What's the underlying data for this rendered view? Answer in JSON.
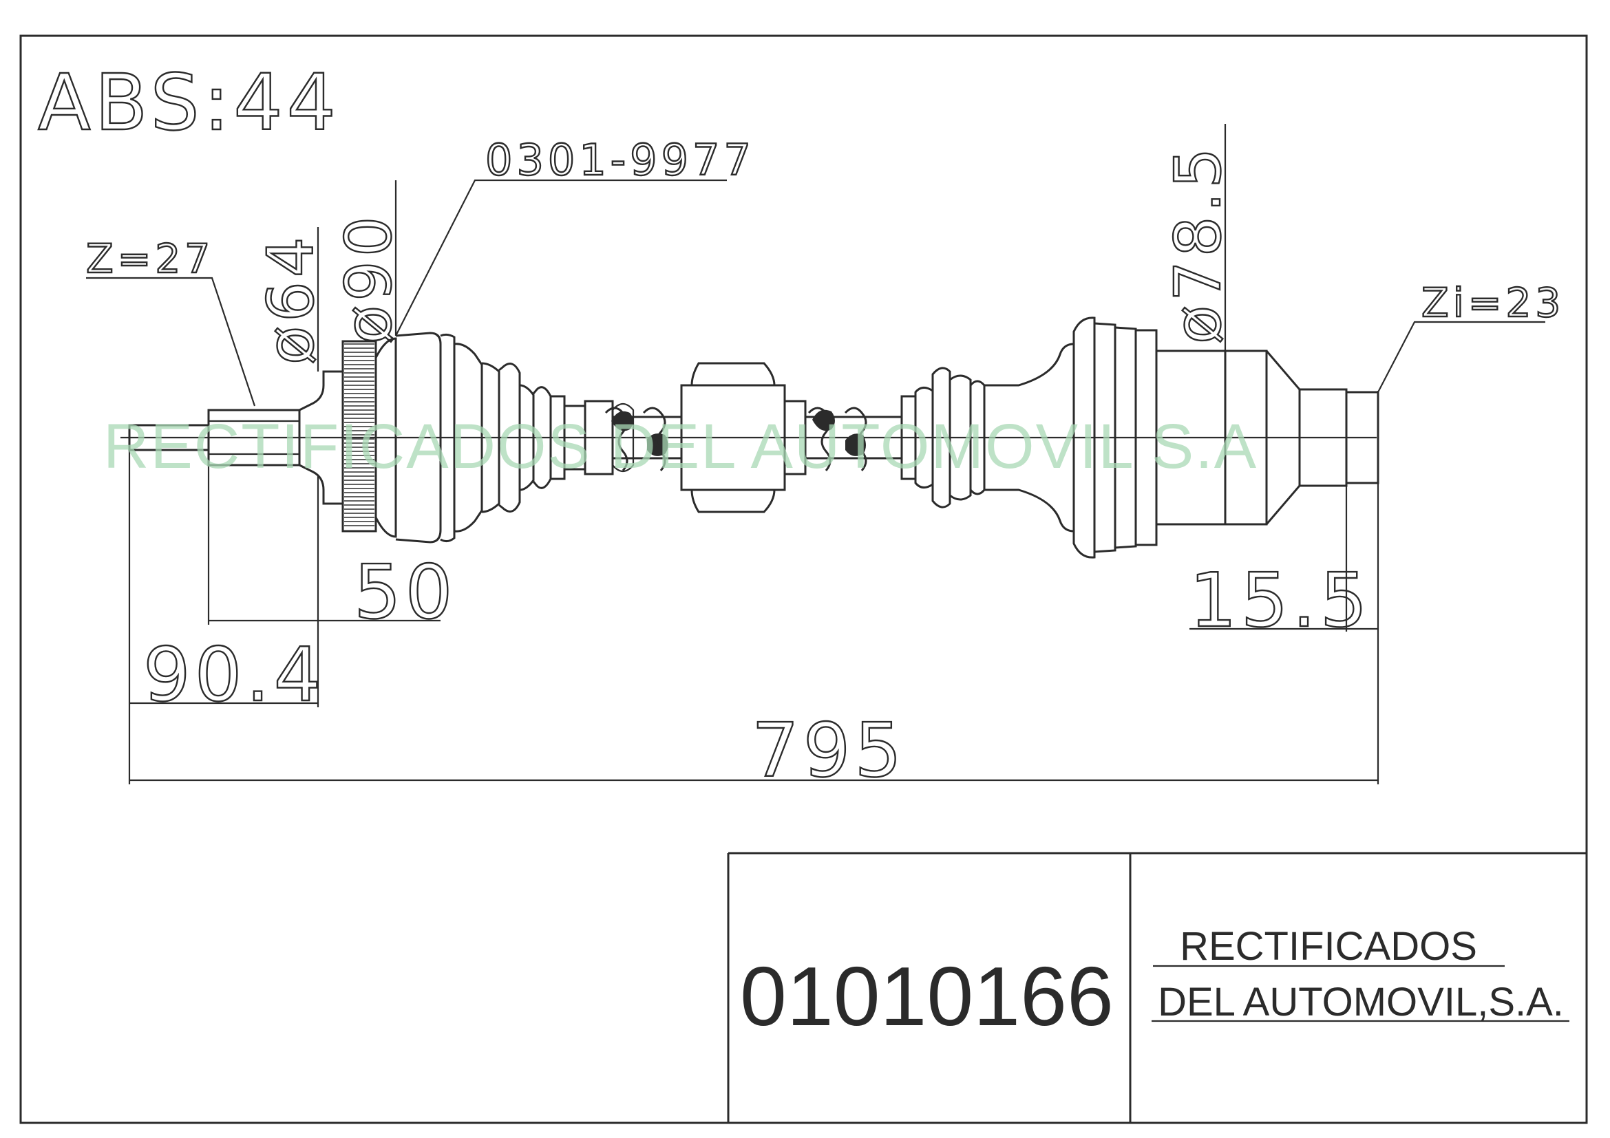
{
  "drawing": {
    "abs_label": "ABS:44",
    "reference_code": "0301-9977",
    "spline_outer": "Z=27",
    "spline_inner": "Zi=23",
    "dia_64": "ø64",
    "dia_90": "ø90",
    "dia_78_5": "ø78.5",
    "dim_50": "50",
    "dim_90_4": "90.4",
    "dim_15_5": "15.5",
    "dim_795": "795"
  },
  "watermark": "RECTIFICADOS DEL AUTOMOVIL S.A",
  "title_block": {
    "part_number": "01010166",
    "company_line1": "RECTIFICADOS",
    "company_line2": "DEL AUTOMOVIL,S.A."
  }
}
